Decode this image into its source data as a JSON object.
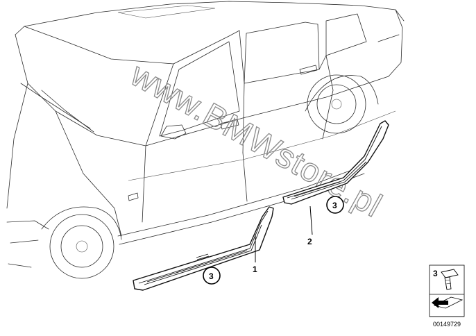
{
  "watermark": "www.BMWstore.pl",
  "callouts": {
    "part1": "1",
    "part2": "2",
    "part3_front": "3",
    "part3_rear": "3",
    "legend_part3": "3"
  },
  "reference_number": "00149729"
}
